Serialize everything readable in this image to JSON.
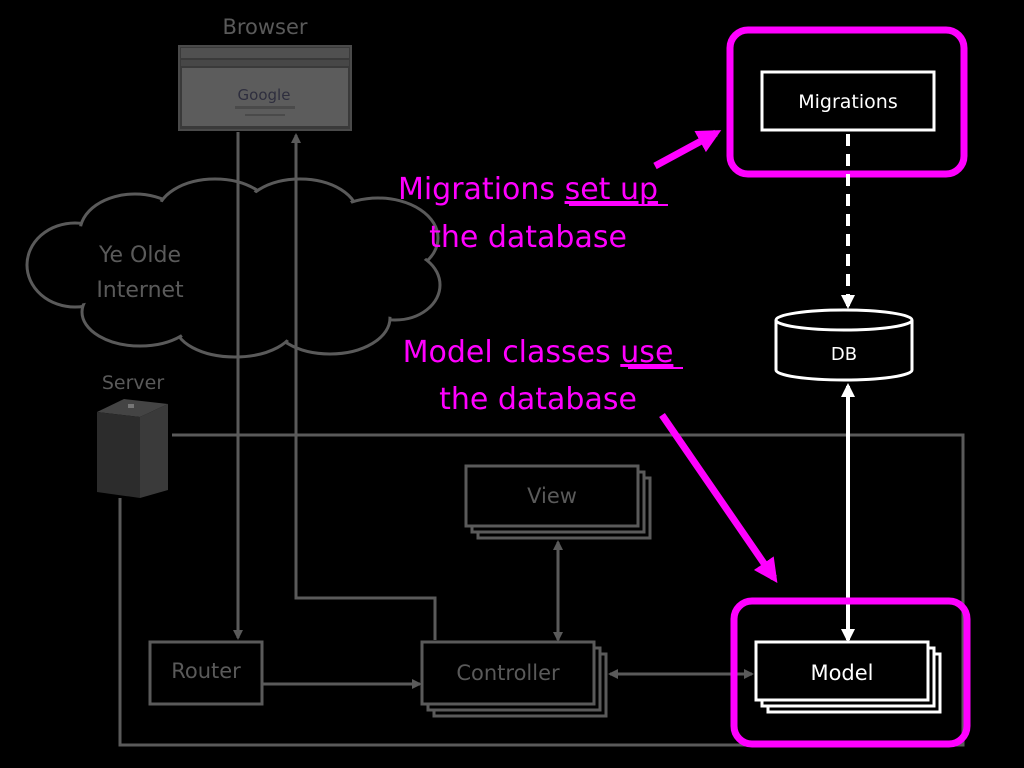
{
  "labels": {
    "browser": "Browser",
    "internet_line1": "Ye Olde",
    "internet_line2": "Internet",
    "server": "Server",
    "view": "View",
    "router": "Router",
    "controller": "Controller",
    "model": "Model",
    "migrations": "Migrations",
    "db": "DB",
    "google_logo": "Google"
  },
  "callouts": {
    "migrations_l1_pre": "Migrations ",
    "migrations_l1_ul": "set up",
    "migrations_l2": "the database",
    "model_l1_pre": "Model classes ",
    "model_l1_ul": "use",
    "model_l2": "the database"
  },
  "colors": {
    "background": "#000000",
    "highlight": "#ff00ff",
    "dim_gray": "#5a5a5a",
    "dim_text": "#7a7a7a",
    "active": "#ffffff"
  }
}
